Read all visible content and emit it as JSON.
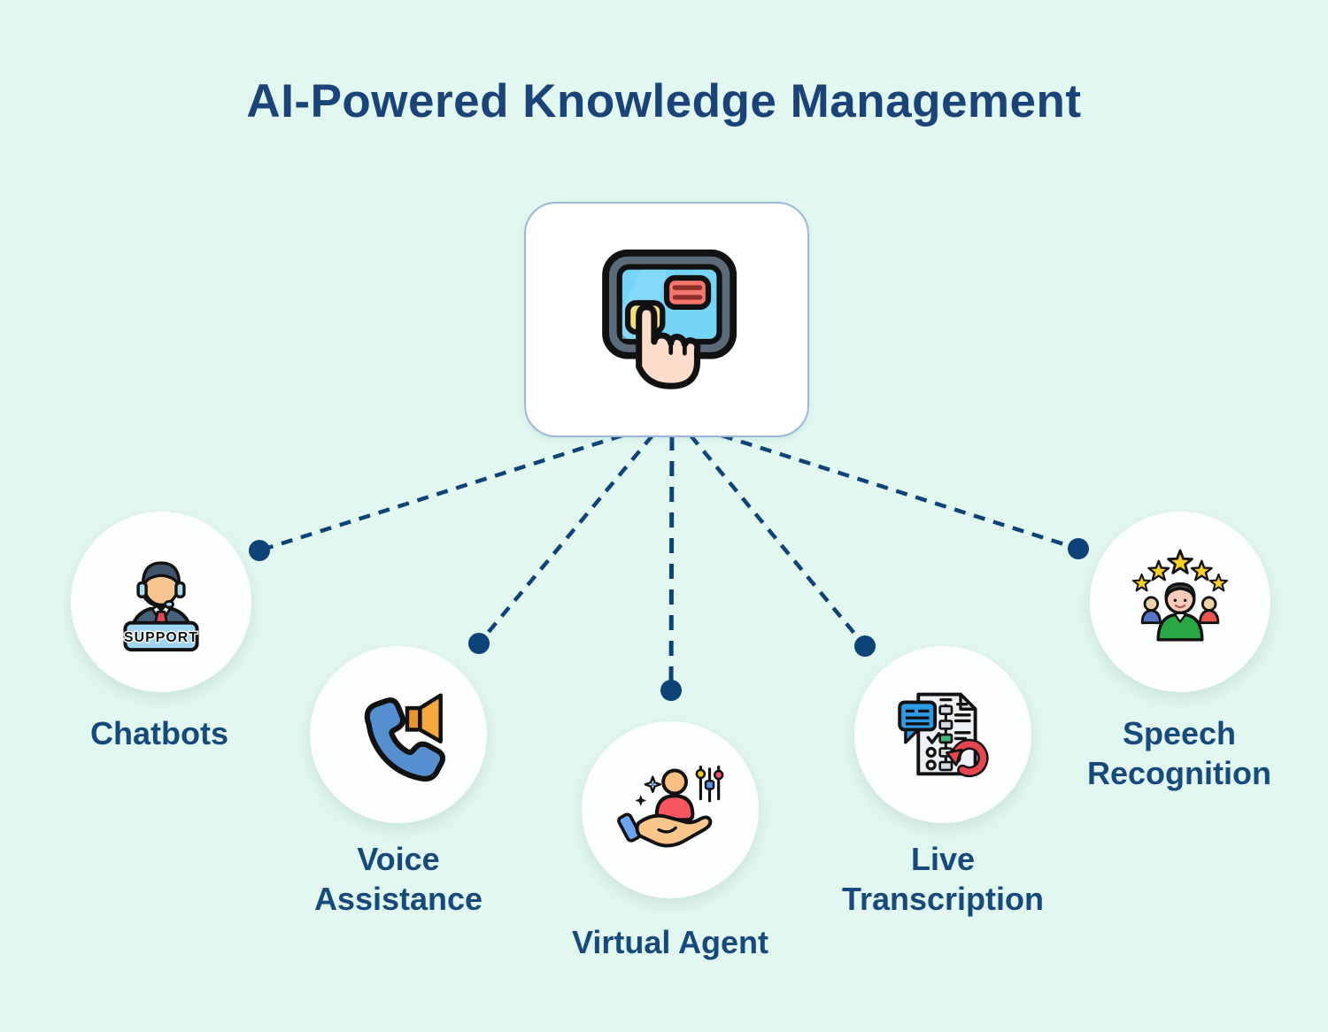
{
  "title": "AI-Powered Knowledge Management",
  "center_node": {
    "icon": "touch-tablet-icon"
  },
  "nodes": [
    {
      "id": "chatbots",
      "label": "Chatbots",
      "icon": "support-agent-icon",
      "icon_text": "SUPPORT"
    },
    {
      "id": "voice-assistance",
      "label": "Voice Assistance",
      "icon": "phone-speaker-icon"
    },
    {
      "id": "virtual-agent",
      "label": "Virtual Agent",
      "icon": "hand-holding-person-icon"
    },
    {
      "id": "live-transcription",
      "label": "Live Transcription",
      "icon": "transcript-document-icon"
    },
    {
      "id": "speech-recognition",
      "label": "Speech Recognition",
      "icon": "rated-person-icon"
    }
  ],
  "colors": {
    "background": "#e2f7f0",
    "title_text": "#1a4379",
    "label_text": "#164a7d",
    "connector": "#0d4377",
    "card_border": "#9db9d8",
    "card_background": "#ffffff",
    "node_background": "#fdfefe"
  }
}
